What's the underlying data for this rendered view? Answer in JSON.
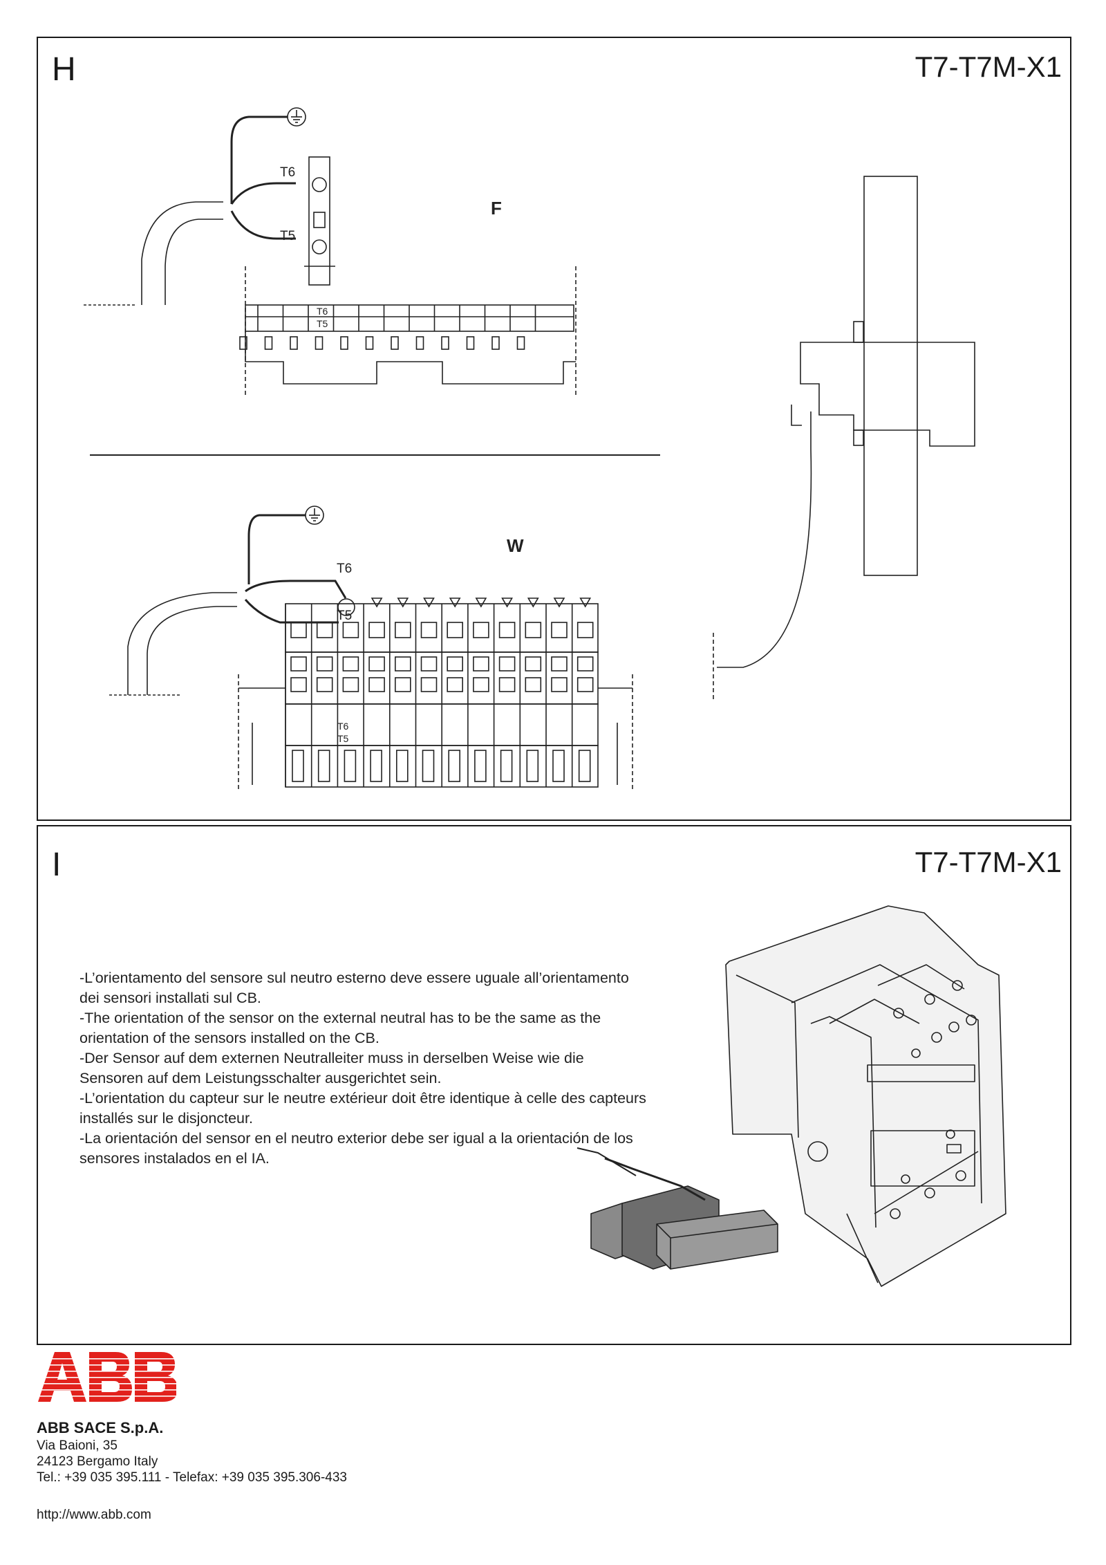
{
  "panel_h": {
    "letter": "H",
    "model": "T7-T7M-X1",
    "view_f": "F",
    "view_w": "W",
    "label_t6": "T6",
    "label_t5": "T5"
  },
  "panel_i": {
    "letter": "I",
    "model": "T7-T7M-X1",
    "instructions": [
      "-L’orientamento del sensore sul neutro esterno deve essere uguale all’orientamento dei sensori installati sul CB.",
      "-The orientation of the sensor on the external neutral has to be the same as the orientation of the sensors installed on the CB.",
      "-Der Sensor auf dem externen Neutralleiter muss in derselben Weise wie die Sensoren auf dem Leistungsschalter ausgerichtet sein.",
      "-L’orientation du capteur sur le neutre extérieur doit être identique à celle des capteurs installés sur le disjoncteur.",
      "-La orientación del sensor en el neutro exterior debe ser igual a la orientación de los sensores instalados en el IA."
    ]
  },
  "footer": {
    "logo": "ABB",
    "logo_color": "#e2211c",
    "company": "ABB SACE S.p.A.",
    "address_1": "Via Baioni, 35",
    "address_2": "24123 Bergamo Italy",
    "phone": "Tel.: +39 035 395.111 - Telefax: +39 035 395.306-433",
    "url": "http://www.abb.com"
  }
}
